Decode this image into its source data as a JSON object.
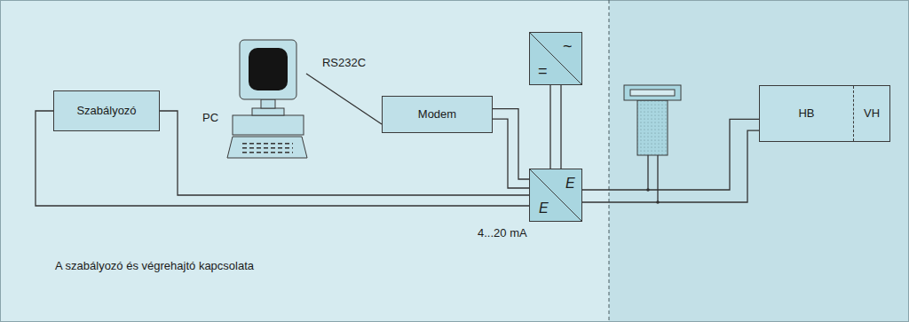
{
  "diagram": {
    "caption": "A szabályozó és végrehajtó kapcsolata",
    "nodes": [
      {
        "text": [
          "Szabályozó"
        ]
      },
      {
        "text": [
          "PC"
        ]
      },
      {
        "text": [
          "Modem"
        ]
      },
      {
        "text": [
          "~",
          "="
        ]
      },
      {
        "text": [
          "E",
          "E"
        ]
      },
      {
        "text": [
          "HB",
          "VH"
        ]
      }
    ],
    "edges": [
      {
        "from": 1,
        "to": 2,
        "label": "RS232C",
        "arrow": "none"
      },
      {
        "from": 0,
        "to": 4,
        "arrow": "none"
      },
      {
        "from": 0,
        "to": 4,
        "arrow": "none"
      },
      {
        "from": 2,
        "to": 4,
        "arrow": "none"
      },
      {
        "from": 2,
        "to": 4,
        "arrow": "none"
      },
      {
        "from": 3,
        "to": 4,
        "arrow": "none"
      },
      {
        "from": 3,
        "to": 4,
        "arrow": "none"
      },
      {
        "from": 4,
        "to": 5,
        "arrow": "none"
      },
      {
        "from": 4,
        "to": 5,
        "arrow": "none"
      }
    ],
    "labels": [
      "4...20 mA"
    ]
  }
}
